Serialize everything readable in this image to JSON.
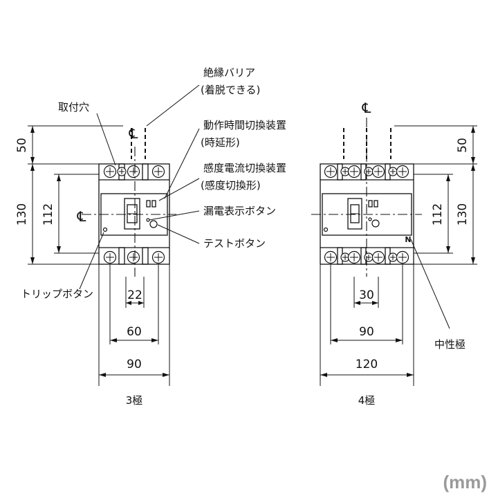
{
  "units": "(mm)",
  "centerline_symbol": "℄",
  "labels": {
    "insulation_barrier_1": "絶縁バリア",
    "insulation_barrier_2": "(着脱できる)",
    "mounting_hole": "取付穴",
    "operating_time_switch_1": "動作時間切換装置",
    "operating_time_switch_2": "(時延形)",
    "sensitivity_switch_1": "感度電流切換装置",
    "sensitivity_switch_2": "(感度切換形)",
    "leak_indicator_button": "漏電表示ボタン",
    "test_button": "テストボタン",
    "trip_button": "トリップボタン",
    "neutral_pole": "中性極",
    "neutral_mark": "N"
  },
  "views": [
    {
      "caption": "3極",
      "dims": {
        "top": "50",
        "height": "130",
        "mount": "112",
        "center": "22",
        "pitch": "60",
        "width": "90"
      }
    },
    {
      "caption": "4極",
      "dims": {
        "top": "50",
        "height": "130",
        "mount": "112",
        "center": "30",
        "pitch": "90",
        "width": "120"
      }
    }
  ]
}
